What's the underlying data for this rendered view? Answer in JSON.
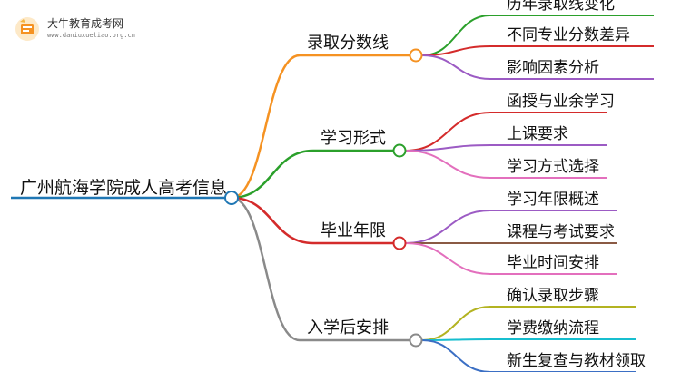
{
  "logo": {
    "title": "大牛教育成考网",
    "url": "www.daniuxueliao.org.cn"
  },
  "root": {
    "label": "广州航海学院成人高考信息"
  },
  "branches": [
    {
      "label": "录取分数线",
      "color": "#f59222",
      "children": [
        {
          "label": "历年录取线变化",
          "color": "#2ba02b"
        },
        {
          "label": "不同专业分数差异",
          "color": "#d42b2b"
        },
        {
          "label": "影响因素分析",
          "color": "#9c5bc4"
        }
      ]
    },
    {
      "label": "学习形式",
      "color": "#2ba02b",
      "children": [
        {
          "label": "函授与业余学习",
          "color": "#d42b2b"
        },
        {
          "label": "上课要求",
          "color": "#9c5bc4"
        },
        {
          "label": "学习方式选择",
          "color": "#e36fbd"
        }
      ]
    },
    {
      "label": "毕业年限",
      "color": "#d42b2b",
      "children": [
        {
          "label": "学习年限概述",
          "color": "#9c5bc4"
        },
        {
          "label": "课程与考试要求",
          "color": "#8a5a44"
        },
        {
          "label": "毕业时间安排",
          "color": "#e36fbd"
        }
      ]
    },
    {
      "label": "入学后安排",
      "color": "#8a8a8a",
      "children": [
        {
          "label": "确认录取步骤",
          "color": "#b3b321"
        },
        {
          "label": "学费缴纳流程",
          "color": "#17becf"
        },
        {
          "label": "新生复查与教材领取",
          "color": "#3b6fc4"
        }
      ]
    }
  ],
  "colors": {
    "root_line": "#1f77b4"
  }
}
